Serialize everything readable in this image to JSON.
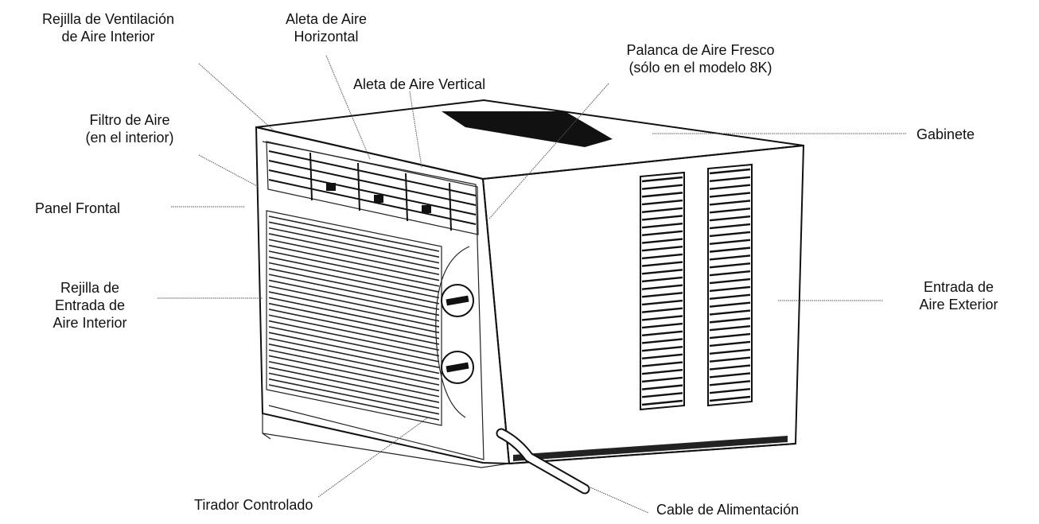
{
  "labels": {
    "rejilla_ventilacion": [
      "Rejilla de Ventilación",
      "de Aire Interior"
    ],
    "aleta_horizontal": [
      "Aleta de Aire",
      "Horizontal"
    ],
    "palanca_aire_fresco": [
      "Palanca de Aire Fresco",
      "(sólo en el modelo 8K)"
    ],
    "aleta_vertical": [
      "Aleta de Aire Vertical"
    ],
    "filtro_aire": [
      "Filtro de Aire",
      "(en el interior)"
    ],
    "gabinete": [
      "Gabinete"
    ],
    "panel_frontal": [
      "Panel Frontal"
    ],
    "rejilla_entrada": [
      "Rejilla de",
      "Entrada de",
      "Aire Interior"
    ],
    "entrada_exterior": [
      "Entrada de",
      "Aire Exterior"
    ],
    "tirador": [
      "Tirador Controlado"
    ],
    "cable": [
      "Cable de Alimentación"
    ]
  }
}
